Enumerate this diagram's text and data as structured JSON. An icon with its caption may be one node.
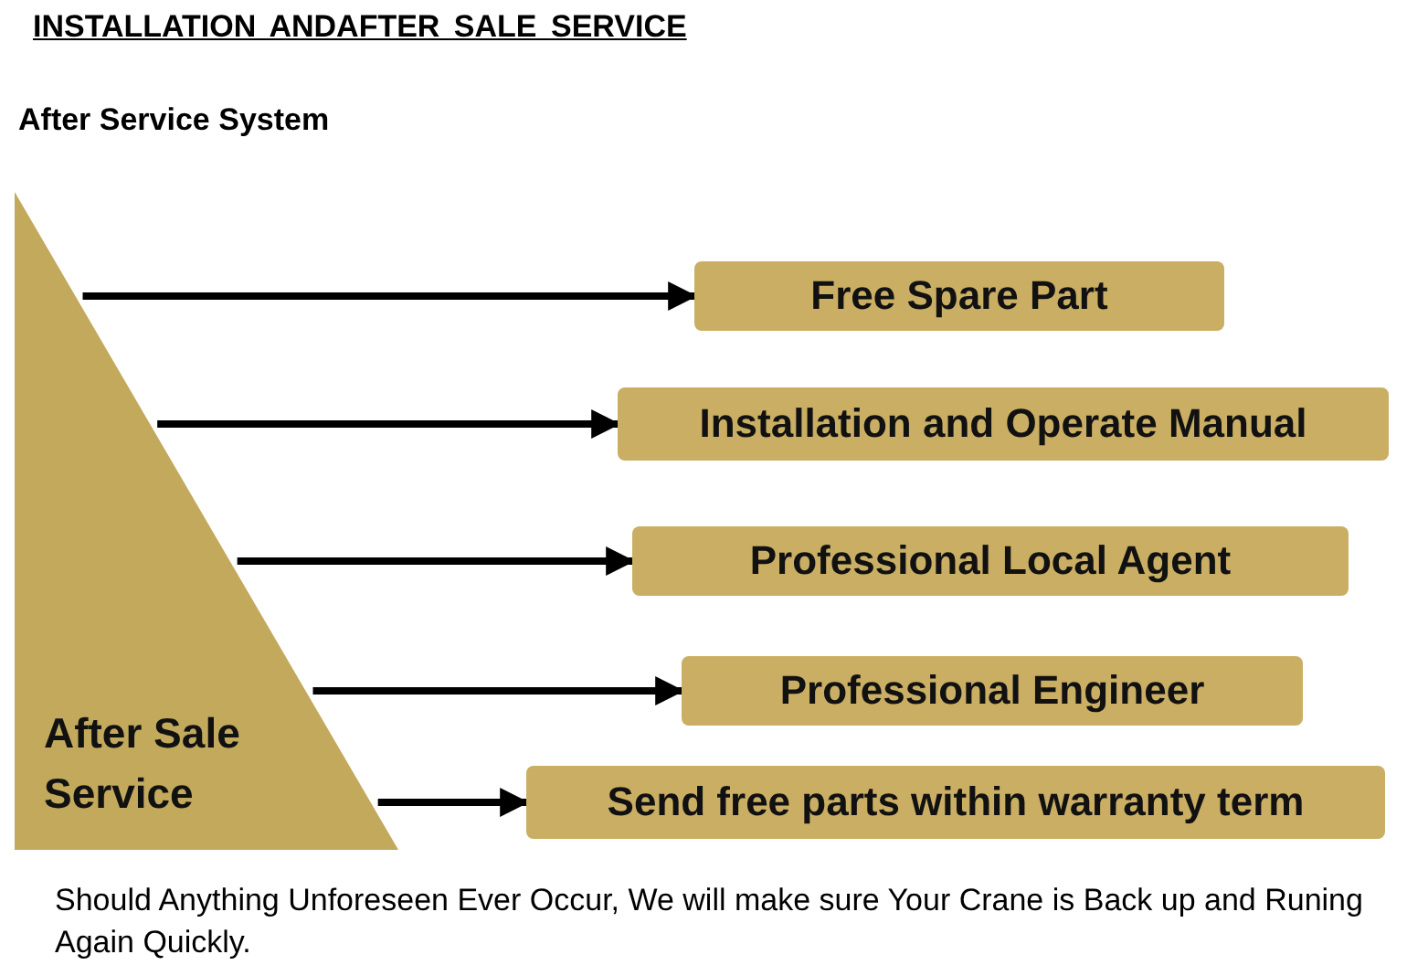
{
  "diagram": {
    "title": "INSTALLATION ANDAFTER SALE SERVICE",
    "caption": "Should Anything Unforeseen Ever Occur, We will make sure Your Crane is Back up and Runing Again Quickly.",
    "nodes": [
      {
        "text": [
          "After Sale Service"
        ]
      },
      {
        "text": [
          "Free Spare Part"
        ]
      },
      {
        "text": [
          "Installation and Operate Manual"
        ]
      },
      {
        "text": [
          "Professional Local Agent"
        ]
      },
      {
        "text": [
          "Professional Engineer"
        ]
      },
      {
        "text": [
          "Send free parts within warranty term"
        ]
      }
    ],
    "edges": [
      {
        "from": 0,
        "to": 1,
        "arrow": "to"
      },
      {
        "from": 0,
        "to": 2,
        "arrow": "to"
      },
      {
        "from": 0,
        "to": 3,
        "arrow": "to"
      },
      {
        "from": 0,
        "to": 4,
        "arrow": "to"
      },
      {
        "from": 0,
        "to": 5,
        "arrow": "to"
      }
    ],
    "labels": [
      "After Service System"
    ]
  }
}
